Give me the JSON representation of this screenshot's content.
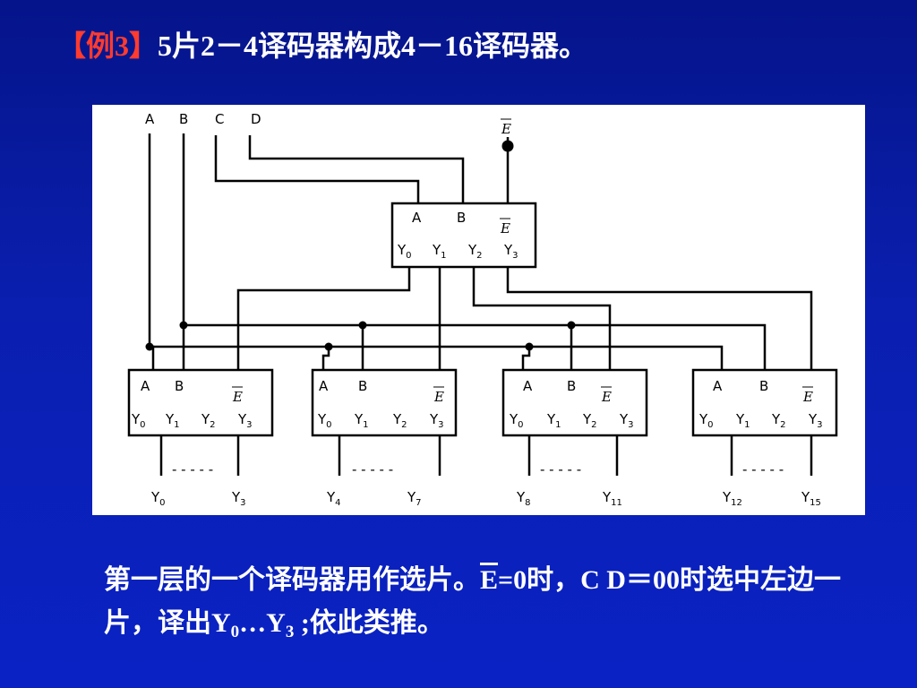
{
  "title": {
    "tag": "【例3】",
    "text": "5片2－4译码器构成4－16译码器。"
  },
  "diagram": {
    "inputs": [
      "A",
      "B",
      "C",
      "D"
    ],
    "enable": "E",
    "decoder": {
      "in_a": "A",
      "in_b": "B",
      "enable": "E",
      "y_letter": "Y",
      "y_subs": [
        "0",
        "1",
        "2",
        "3"
      ]
    },
    "dots": "- - - - -",
    "outputs": [
      {
        "l": "Y",
        "ls": "0",
        "r": "Y",
        "rs": "3"
      },
      {
        "l": "Y",
        "ls": "4",
        "r": "Y",
        "rs": "7"
      },
      {
        "l": "Y",
        "ls": "8",
        "r": "Y",
        "rs": "11"
      },
      {
        "l": "Y",
        "ls": "12",
        "r": "Y",
        "rs": "15"
      }
    ]
  },
  "note": {
    "part1": "第一层的一个译码器用作选片。",
    "e_bar": "E",
    "part2": "=0时，C D＝00时选中左边一片，译出Y",
    "sub0": "0",
    "part3": "…Y",
    "sub3": "3",
    "part4": " ;依此类推。"
  },
  "colors": {
    "background": "#0a1fb0",
    "title_tag": "#ff3b2f",
    "text": "#ffffff"
  }
}
